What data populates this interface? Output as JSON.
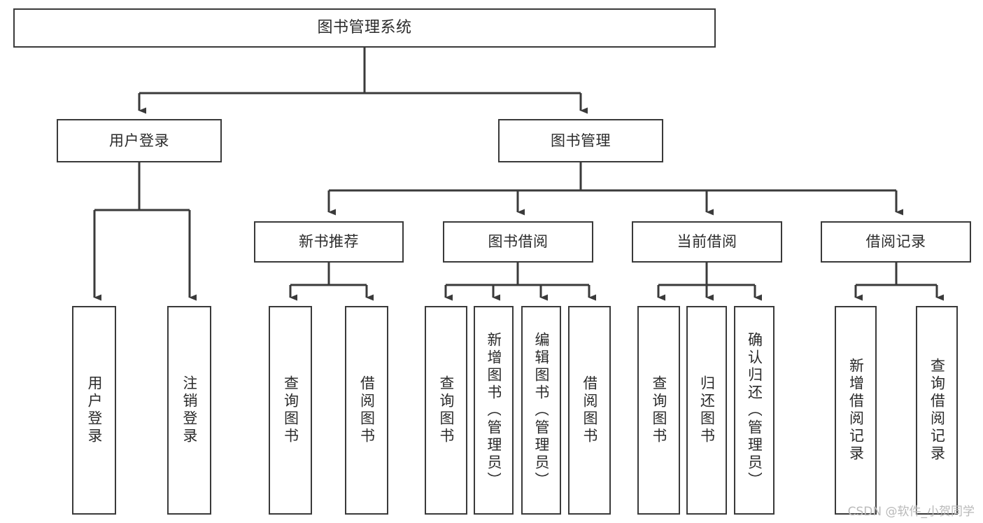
{
  "diagram": {
    "title": "图书管理系统",
    "type": "tree-hierarchy-chart",
    "root": {
      "id": "root",
      "label": "图书管理系统"
    },
    "level2": [
      {
        "id": "user-login",
        "label": "用户登录"
      },
      {
        "id": "book-manage",
        "label": "图书管理"
      }
    ],
    "level3": [
      {
        "id": "new-book-recommend",
        "label": "新书推荐"
      },
      {
        "id": "book-borrow",
        "label": "图书借阅"
      },
      {
        "id": "current-borrow",
        "label": "当前借阅"
      },
      {
        "id": "borrow-record",
        "label": "借阅记录"
      }
    ],
    "leaves": [
      {
        "id": "leaf-user-login",
        "label": "用户登录",
        "parent": "user-login"
      },
      {
        "id": "leaf-logout-login",
        "label": "注销登录",
        "parent": "user-login"
      },
      {
        "id": "leaf-query-book-1",
        "label": "查询图书",
        "parent": "new-book-recommend"
      },
      {
        "id": "leaf-borrow-book-1",
        "label": "借阅图书",
        "parent": "new-book-recommend"
      },
      {
        "id": "leaf-query-book-2",
        "label": "查询图书",
        "parent": "book-borrow"
      },
      {
        "id": "leaf-add-book",
        "label": "新增图书（管理员）",
        "parent": "book-borrow"
      },
      {
        "id": "leaf-edit-book",
        "label": "编辑图书（管理员）",
        "parent": "book-borrow"
      },
      {
        "id": "leaf-borrow-book-2",
        "label": "借阅图书",
        "parent": "book-borrow"
      },
      {
        "id": "leaf-query-book-3",
        "label": "查询图书",
        "parent": "current-borrow"
      },
      {
        "id": "leaf-return-book",
        "label": "归还图书",
        "parent": "current-borrow"
      },
      {
        "id": "leaf-confirm-return",
        "label": "确认归还（管理员）",
        "parent": "current-borrow"
      },
      {
        "id": "leaf-add-record",
        "label": "新增借阅记录",
        "parent": "borrow-record"
      },
      {
        "id": "leaf-query-record",
        "label": "查询借阅记录",
        "parent": "borrow-record"
      }
    ],
    "watermark": "CSDN @软件_小贺同学",
    "colors": {
      "stroke": "#3a3a3a",
      "text": "#2b2b2b",
      "background": "#ffffff",
      "watermark": "#b9b9b9"
    }
  }
}
